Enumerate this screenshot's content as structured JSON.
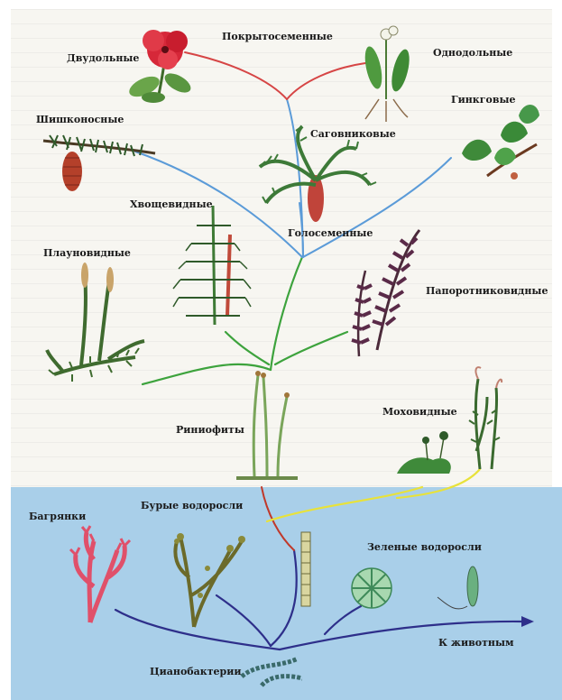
{
  "diagram": {
    "groups": {
      "dicots": "Двудольные",
      "angiosperms": "Покрытосеменные",
      "monocots": "Однодольные",
      "conifers": "Шишконосные",
      "cycads": "Саговниковые",
      "ginkgo": "Гинкговые",
      "horsetails": "Хвощевидные",
      "gymnosperms": "Голосеменные",
      "club_mosses": "Плауновидные",
      "ferns": "Папоротниковидные",
      "mosses": "Моховидные",
      "rhyniophytes": "Риниофиты",
      "red_algae": "Багрянки",
      "brown_algae": "Бурые водоросли",
      "green_algae": "Зеленые водоросли",
      "to_animals": "К животным",
      "cyanobacteria": "Цианобактерии"
    },
    "branch_colors": {
      "angiosperms": "#d64545",
      "gymnosperms": "#5b9bd8",
      "higher_spore": "#3da33d",
      "mosses": "#e8e23a",
      "algae": "#2e2f8a",
      "red_link": "#c0392b"
    },
    "background": {
      "paper": "#f7f6f1",
      "sea": "#a9cfe9"
    }
  }
}
